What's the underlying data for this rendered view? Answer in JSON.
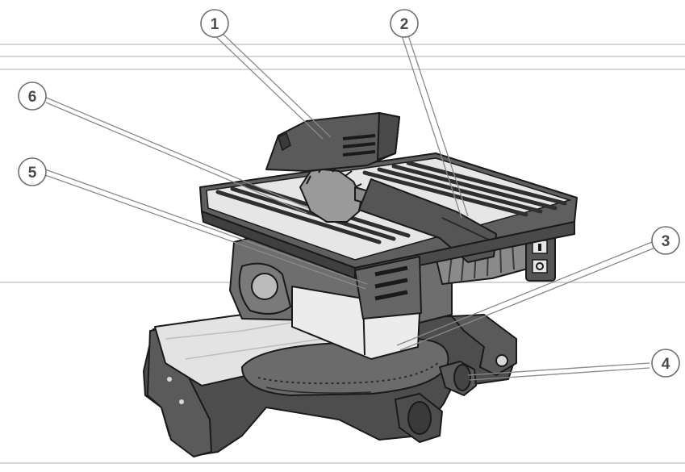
{
  "callouts": [
    {
      "id": "1",
      "label": "1"
    },
    {
      "id": "2",
      "label": "2"
    },
    {
      "id": "3",
      "label": "3"
    },
    {
      "id": "4",
      "label": "4"
    },
    {
      "id": "5",
      "label": "5"
    },
    {
      "id": "6",
      "label": "6"
    }
  ],
  "colors": {
    "body_dark": "#4d4d4d",
    "body_mid": "#7a7a7a",
    "body_light": "#a8a8a8",
    "surface_light": "#d9d9d9",
    "callout_stroke": "#6e6e6e"
  }
}
